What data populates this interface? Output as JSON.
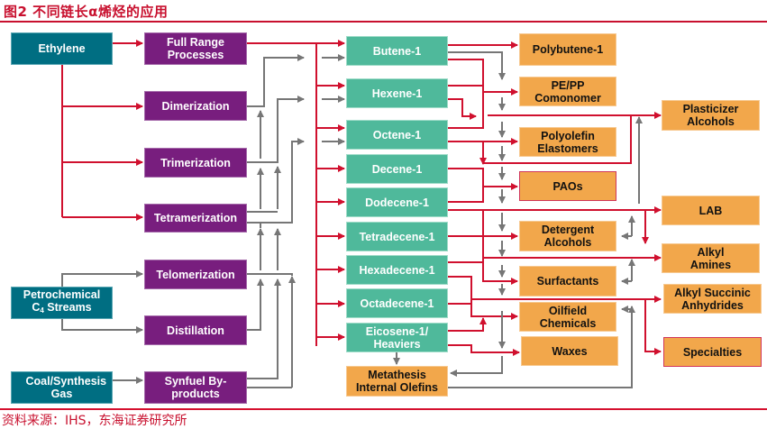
{
  "title": "图2  不同链长α烯烃的应用",
  "source": "资料来源：IHS，东海证券研究所",
  "colors": {
    "feedstock": "#006e82",
    "process": "#781e7e",
    "olefin": "#4fb99b",
    "application": "#f2a74b",
    "red_flow": "#d0102e",
    "gray_flow": "#767676",
    "accent": "#c8102e"
  },
  "feedstocks": [
    {
      "id": "ethylene",
      "label": "Ethylene"
    },
    {
      "id": "petrochemical",
      "label_line1": "Petrochemical",
      "label_line2_prefix": "C",
      "label_line2_sub": "4",
      "label_line2_suffix": " Streams"
    },
    {
      "id": "coal",
      "label": "Coal/Synthesis Gas"
    }
  ],
  "processes": [
    {
      "id": "full-range",
      "label": "Full Range Processes"
    },
    {
      "id": "dimerization",
      "label": "Dimerization"
    },
    {
      "id": "trimerization",
      "label": "Trimerization"
    },
    {
      "id": "tetramerization",
      "label": "Tetramerization"
    },
    {
      "id": "telomerization",
      "label": "Telomerization"
    },
    {
      "id": "distillation",
      "label": "Distillation"
    },
    {
      "id": "synfuel",
      "label": "Synfuel By-products"
    }
  ],
  "olefins": [
    {
      "id": "butene",
      "label": "Butene-1"
    },
    {
      "id": "hexene",
      "label": "Hexene-1"
    },
    {
      "id": "octene",
      "label": "Octene-1"
    },
    {
      "id": "decene",
      "label": "Decene-1"
    },
    {
      "id": "dodecene",
      "label": "Dodecene-1"
    },
    {
      "id": "tetradecene",
      "label": "Tetradecene-1"
    },
    {
      "id": "hexadecene",
      "label": "Hexadecene-1"
    },
    {
      "id": "octadecene",
      "label": "Octadecene-1"
    },
    {
      "id": "eicosene",
      "label": "Eicosene-1/ Heaviers"
    },
    {
      "id": "metathesis",
      "label": "Metathesis Internal Olefins"
    }
  ],
  "applications_mid": [
    {
      "id": "polybutene",
      "label": "Polybutene-1"
    },
    {
      "id": "pe-pp",
      "label": "PE/PP Comonomer"
    },
    {
      "id": "polyolefin",
      "label": "Polyolefin Elastomers"
    },
    {
      "id": "paos",
      "label": "PAOs"
    },
    {
      "id": "detergent",
      "label": "Detergent Alcohols"
    },
    {
      "id": "surfactants",
      "label": "Surfactants"
    },
    {
      "id": "oilfield",
      "label": "Oilfield Chemicals"
    },
    {
      "id": "waxes",
      "label": "Waxes"
    }
  ],
  "applications_right": [
    {
      "id": "plasticizer",
      "label": "Plasticizer Alcohols"
    },
    {
      "id": "lab",
      "label": "LAB"
    },
    {
      "id": "alkyl-amines",
      "label": "Alkyl Amines"
    },
    {
      "id": "alkyl-succinic",
      "label": "Alkyl Succinic Anhydrides"
    },
    {
      "id": "specialties",
      "label": "Specialties"
    }
  ]
}
